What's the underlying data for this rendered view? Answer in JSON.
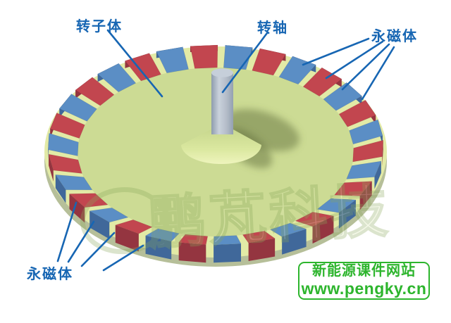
{
  "labels": {
    "rotor": "转子体",
    "shaft": "转轴",
    "magnet_top_right": "永磁体",
    "magnet_bottom_left": "永磁体"
  },
  "watermark": "鹏芃科技",
  "badge": {
    "line1": "新能源课件网站",
    "line2": "www.pengky.cn"
  },
  "diagram": {
    "magnet_count": 30
  },
  "colors": {
    "label_blue": "#1766b3",
    "badge_green": "#2db52d",
    "magnet_red": "#c2464f",
    "magnet_red_dark": "#943540",
    "magnet_blue": "#5b8ec5",
    "magnet_blue_dark": "#40689a",
    "disc_top": "#ccdb94",
    "disc_rim": "#e2eaa6",
    "disc_side": "#b6bf99",
    "shaft_light": "#cad2dc",
    "shaft_dark": "#8e9cad",
    "cone_light": "#eef4bd",
    "cone_dark": "#c6d68c",
    "shadow": "rgba(100,114,60,0.5)",
    "watermark_fill": "#dfe9b4",
    "watermark_stroke": "#8aa85c"
  }
}
